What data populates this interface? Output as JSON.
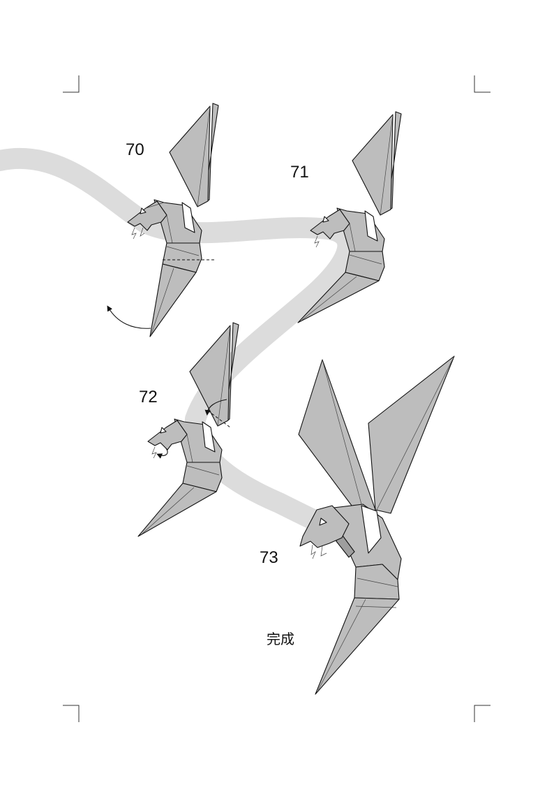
{
  "steps": [
    {
      "number": "70"
    },
    {
      "number": "71"
    },
    {
      "number": "72"
    },
    {
      "number": "73"
    }
  ],
  "caption": "完成",
  "colors": {
    "paper": "#bdbdbd",
    "paper_shadow": "#9e9e9e",
    "guide_band": "#dcdcdc",
    "line": "#111111"
  }
}
